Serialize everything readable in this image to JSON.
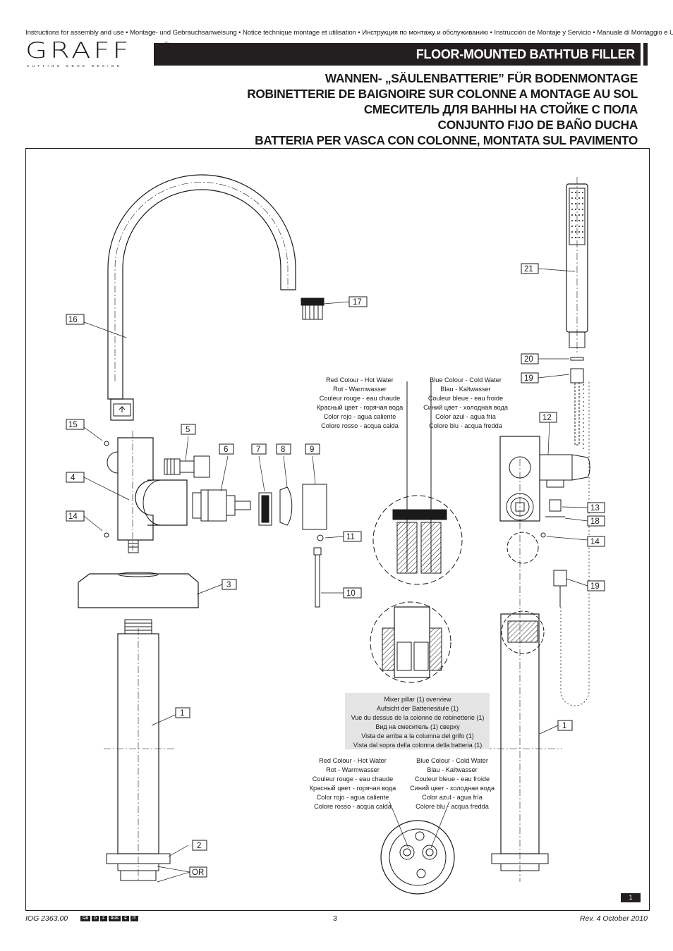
{
  "header": {
    "instructions_line": "Instructions for assembly and use • Montage- und Gebrauchsanweisung • Notice technique montage et utilisation • Инструкция по монтажу и обслуживанию • Instrucción de Montaje y Servicio • Manuale di Montaggio e Uso",
    "brand": "GRAFF",
    "brand_tagline": "CUTTING EDGE DESIGN",
    "registered": "®",
    "title": "FLOOR-MOUNTED BATHTUB FILLER",
    "subtitles": [
      "WANNEN- „SÄULENBATTERIE” FÜR BODENMONTAGE",
      "ROBINETTERIE DE BAIGNOIRE SUR COLONNE A MONTAGE AU SOL",
      "СМЕСИТЕЛЬ ДЛЯ ВАННЫ НА СТОЙКЕ С ПОЛА",
      "CONJUNTO FIJO DE BAÑO DUCHA",
      "BATTERIA PER VASCA CON COLONNE, MONTATA SUL PAVIMENTO"
    ]
  },
  "drawing": {
    "part_labels": [
      {
        "id": "p16",
        "text": "16"
      },
      {
        "id": "p17",
        "text": "17"
      },
      {
        "id": "p15",
        "text": "15"
      },
      {
        "id": "p5",
        "text": "5"
      },
      {
        "id": "p6",
        "text": "6"
      },
      {
        "id": "p7",
        "text": "7"
      },
      {
        "id": "p8",
        "text": "8"
      },
      {
        "id": "p9",
        "text": "9"
      },
      {
        "id": "p4",
        "text": "4"
      },
      {
        "id": "p14a",
        "text": "14"
      },
      {
        "id": "p11",
        "text": "11"
      },
      {
        "id": "p3",
        "text": "3"
      },
      {
        "id": "p10",
        "text": "10"
      },
      {
        "id": "p1a",
        "text": "1"
      },
      {
        "id": "p2",
        "text": "2"
      },
      {
        "id": "pOR",
        "text": "OR"
      },
      {
        "id": "p21",
        "text": "21"
      },
      {
        "id": "p20",
        "text": "20"
      },
      {
        "id": "p19a",
        "text": "19"
      },
      {
        "id": "p12",
        "text": "12"
      },
      {
        "id": "p13",
        "text": "13"
      },
      {
        "id": "p18",
        "text": "18"
      },
      {
        "id": "p14b",
        "text": "14"
      },
      {
        "id": "p19b",
        "text": "19"
      },
      {
        "id": "p1b",
        "text": "1"
      }
    ],
    "hot_water_top": [
      "Red Colour - Hot Water",
      "Rot - Warmwasser",
      "Couleur rouge - eau chaude",
      "Красный цвет - горячая вода",
      "Color rojo - agua caliente",
      "Colore rosso - acqua calda"
    ],
    "cold_water_top": [
      "Blue Colour - Cold Water",
      "Blau - Kaltwasser",
      "Couleur bleue - eau froide",
      "Синий цвет - холодная вода",
      "Color azul - agua fría",
      "Colore blu - acqua fredda"
    ],
    "overview_box": [
      "Mixer pillar (1) overview",
      "Aufsicht der Batteriesäule (1)",
      "Vue du dessus de la colonne de robinetterie (1)",
      "Вид на смеситель (1) сверху",
      "Vista de arriba a la columna del grifo (1)",
      "Vista dal sopra della colonna della batteria (1)"
    ],
    "hot_water_bottom": [
      "Red Colour - Hot Water",
      "Rot - Warmwasser",
      "Couleur rouge - eau chaude",
      "Красный цвет - горячая вода",
      "Color rojo - agua caliente",
      "Colore rosso - acqua calda"
    ],
    "cold_water_bottom": [
      "Blue Colour - Cold Water",
      "Blau - Kaltwasser",
      "Couleur bleue - eau froide",
      "Синий цвет - холодная вода",
      "Color azul - agua fría",
      "Colore blu - acqua fredda"
    ],
    "figure_number": "1"
  },
  "footer": {
    "doc_code": "IOG 2363.00",
    "languages": [
      "GB",
      "D",
      "F",
      "RUS",
      "E",
      "IT"
    ],
    "page": "3",
    "revision": "Rev. 4 October 2010"
  }
}
